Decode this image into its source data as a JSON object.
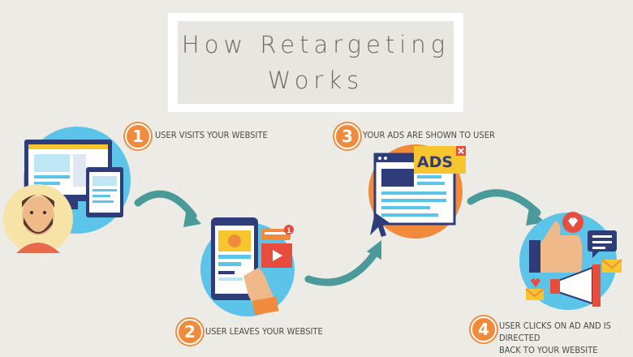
{
  "title": {
    "line1": "How Retargeting",
    "line2": "Works"
  },
  "steps": [
    {
      "number": "1",
      "label": "USER VISITS YOUR WEBSITE"
    },
    {
      "number": "2",
      "label": "USER LEAVES YOUR WEBSITE"
    },
    {
      "number": "3",
      "label": "YOUR ADS ARE SHOWN TO USER"
    },
    {
      "number": "4",
      "label_line1": "USER CLICKS ON AD AND IS DIRECTED",
      "label_line2": "BACK TO YOUR WEBSITE"
    }
  ],
  "ad_badge": "ADS",
  "notification_count": "1",
  "colors": {
    "background": "#ecebe6",
    "accent_orange": "#f28a3c",
    "circle_blue": "#5bc4e8",
    "navy": "#2e3d7a",
    "teal_arrow": "#4a9a9a",
    "ad_yellow": "#f7c62f"
  }
}
